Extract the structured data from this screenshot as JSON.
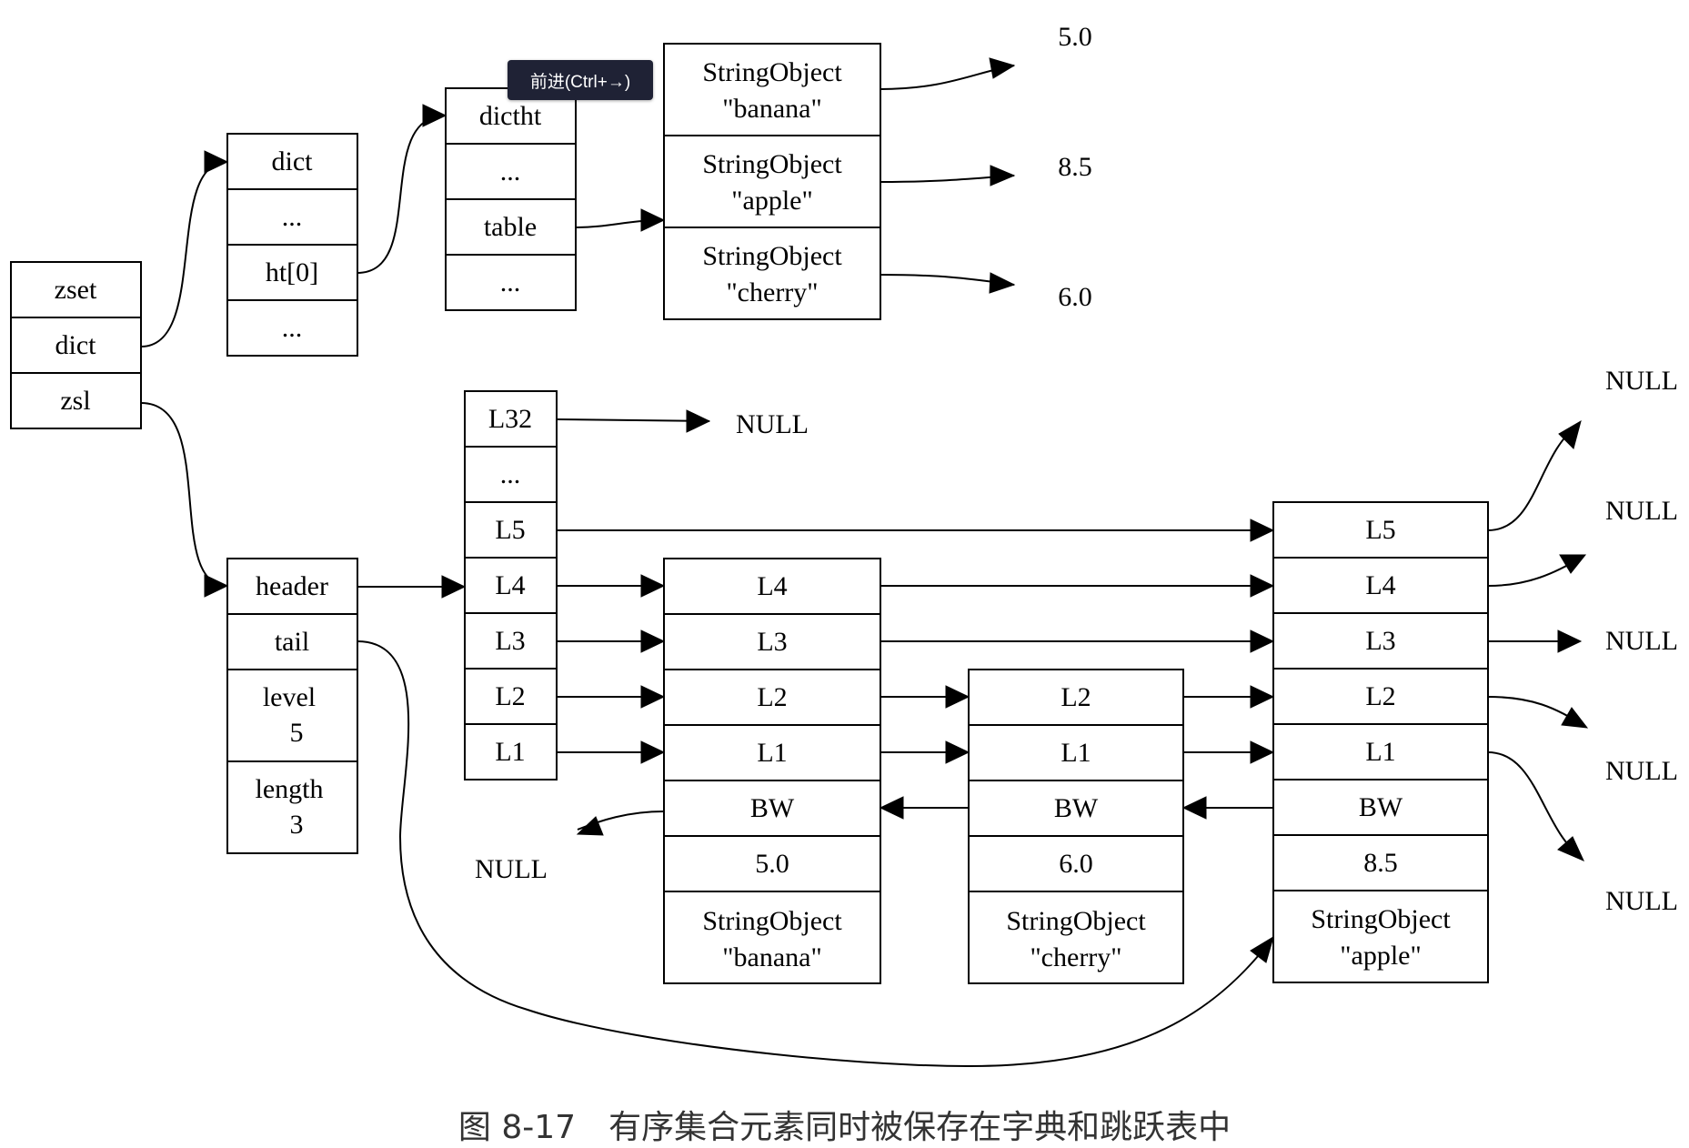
{
  "tooltip": "前进(Ctrl+→)",
  "caption": "图 8-17　有序集合元素同时被保存在字典和跳跃表中",
  "zset": {
    "title": "zset",
    "dict": "dict",
    "zsl": "zsl"
  },
  "dict": {
    "title": "dict",
    "ellipsis": "...",
    "ht0": "ht[0]"
  },
  "dictht": {
    "title": "dictht",
    "ellipsis": "...",
    "table": "table"
  },
  "table_entries": [
    {
      "line1": "StringObject",
      "line2": "\"banana\"",
      "score": "5.0"
    },
    {
      "line1": "StringObject",
      "line2": "\"apple\"",
      "score": "8.5"
    },
    {
      "line1": "StringObject",
      "line2": "\"cherry\"",
      "score": "6.0"
    }
  ],
  "zskiplist": {
    "header": "header",
    "tail": "tail",
    "level_label": "level",
    "level_value": "5",
    "length_label": "length",
    "length_value": "3"
  },
  "header_node": {
    "levels": [
      "L32",
      "...",
      "L5",
      "L4",
      "L3",
      "L2",
      "L1"
    ]
  },
  "nodes": [
    {
      "levels": [
        "L4",
        "L3",
        "L2",
        "L1"
      ],
      "bw": "BW",
      "score": "5.0",
      "obj_line1": "StringObject",
      "obj_line2": "\"banana\""
    },
    {
      "levels": [
        "L2",
        "L1"
      ],
      "bw": "BW",
      "score": "6.0",
      "obj_line1": "StringObject",
      "obj_line2": "\"cherry\""
    },
    {
      "levels": [
        "L5",
        "L4",
        "L3",
        "L2",
        "L1"
      ],
      "bw": "BW",
      "score": "8.5",
      "obj_line1": "StringObject",
      "obj_line2": "\"apple\""
    }
  ],
  "null_label": "NULL"
}
